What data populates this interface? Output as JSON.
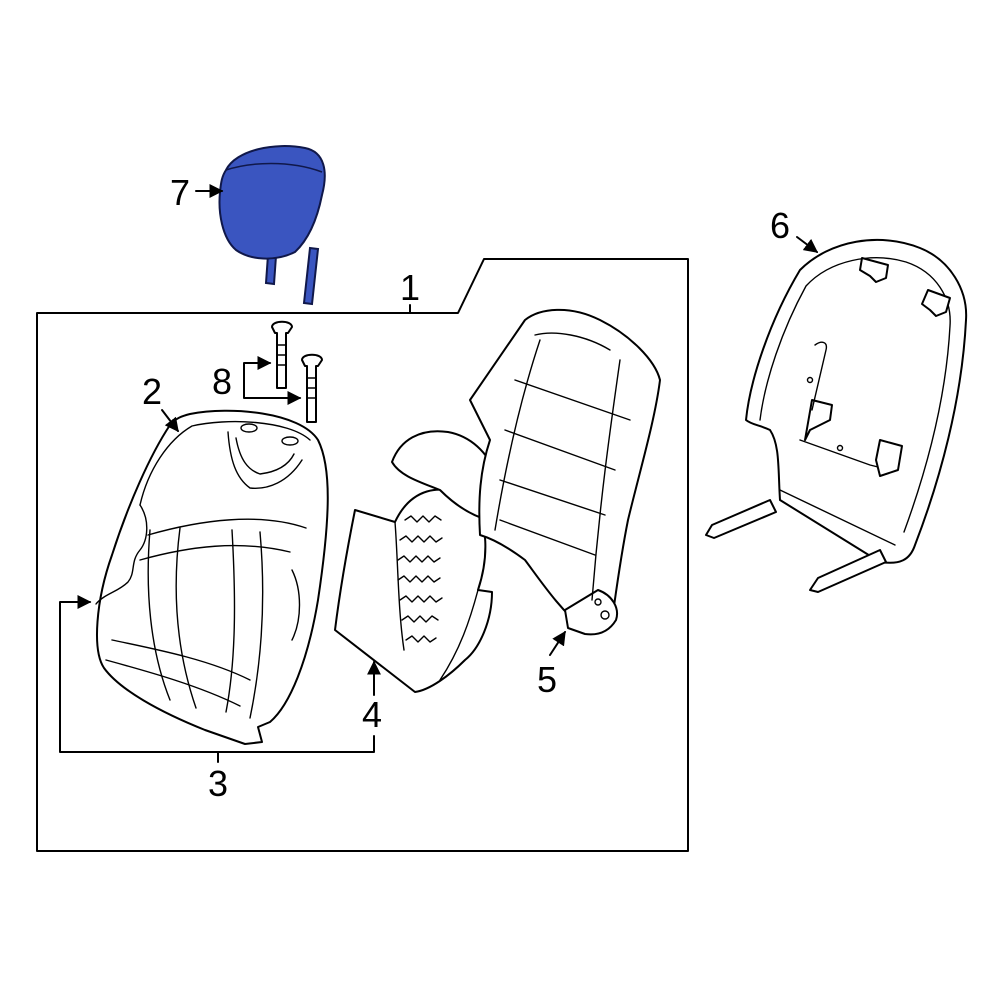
{
  "callouts": {
    "c1": "1",
    "c2": "2",
    "c3": "3",
    "c4": "4",
    "c5": "5",
    "c6": "6",
    "c7": "7",
    "c8": "8"
  },
  "colors": {
    "highlight": "#3a55c0",
    "line": "#000000",
    "background": "#ffffff"
  }
}
